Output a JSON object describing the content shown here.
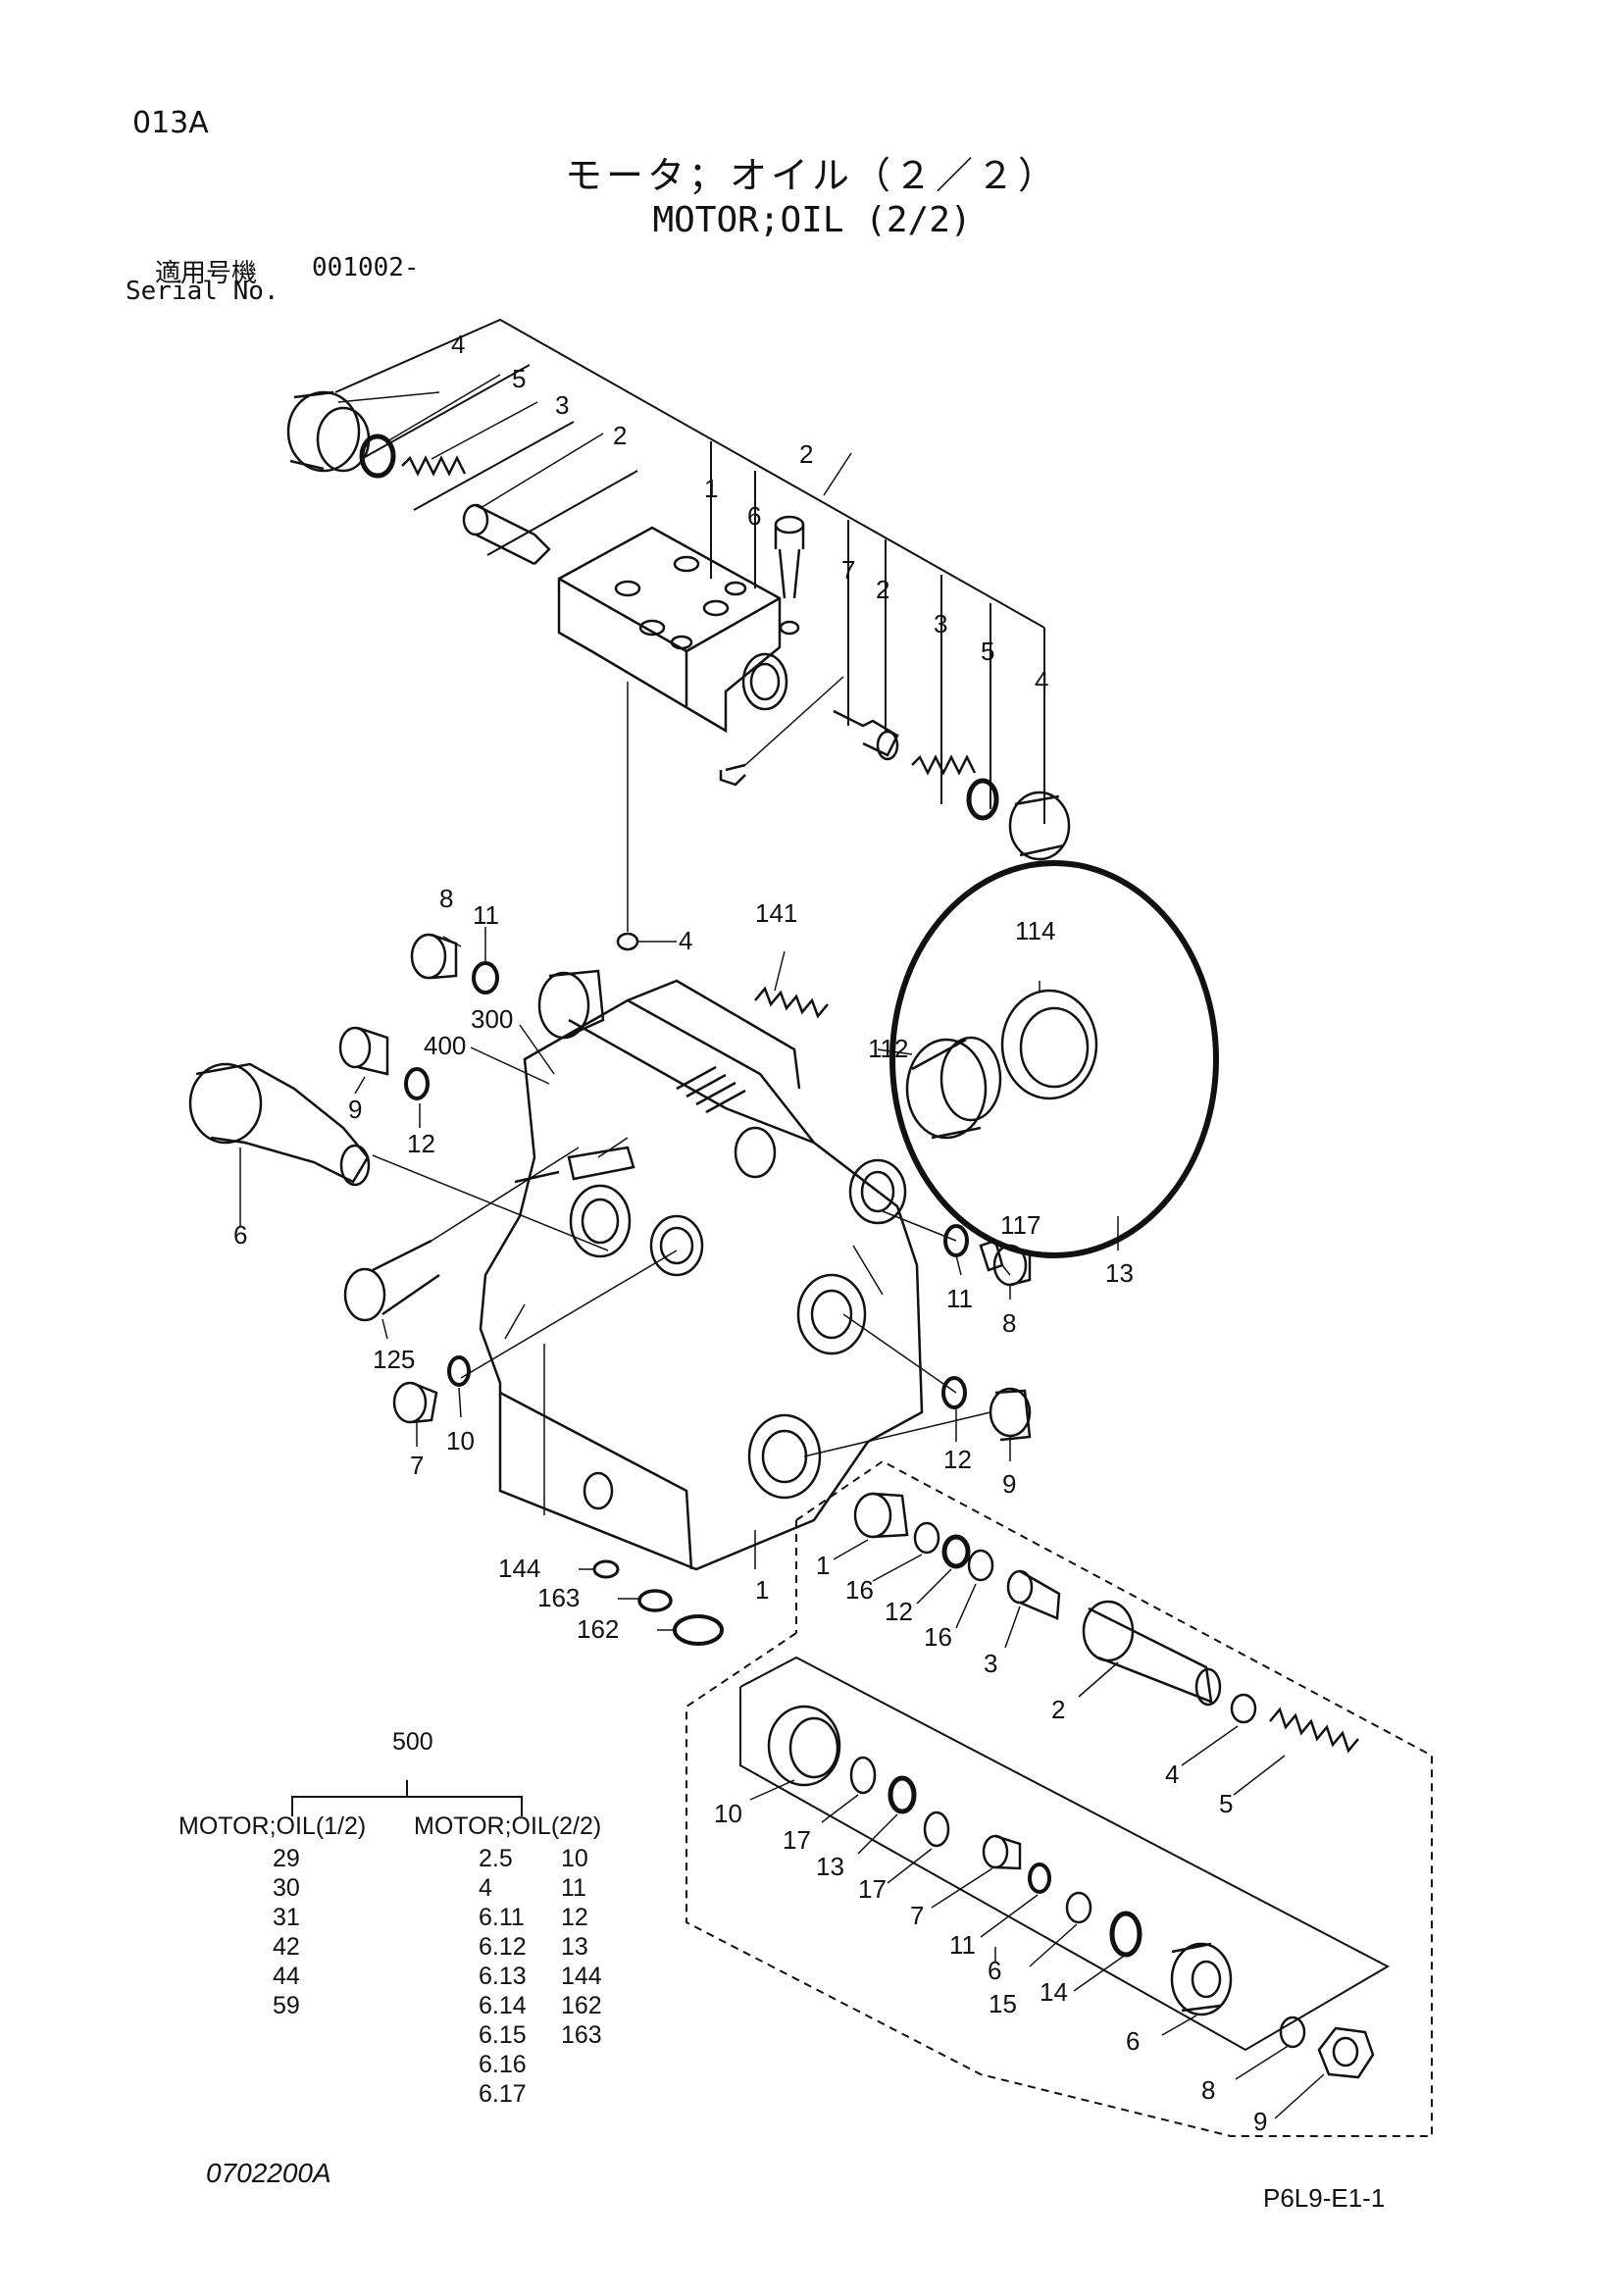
{
  "header": {
    "page_code": "013A",
    "title_jp": "モータ；オイル（２／２）",
    "title_en": "MOTOR;OIL (2/2)",
    "serial_label_jp": "適用号機",
    "serial_value": "001002-",
    "serial_label_en": "Serial No."
  },
  "callouts": {
    "c4": "4",
    "c5": "5",
    "c3": "3",
    "c2": "2",
    "c1": "1",
    "c6": "6",
    "c7": "7",
    "c8": "8",
    "c9": "9",
    "c10": "10",
    "c11": "11",
    "c12": "12",
    "c13": "13",
    "c14": "14",
    "c15": "15",
    "c16": "16",
    "c17": "17",
    "c112": "112",
    "c114": "114",
    "c117": "117",
    "c125": "125",
    "c141": "141",
    "c144": "144",
    "c162": "162",
    "c163": "163",
    "c300": "300",
    "c400": "400"
  },
  "kit": {
    "number": "500",
    "heading_1": "MOTOR;OIL(1/2)",
    "heading_2": "MOTOR;OIL(2/2)",
    "col_1": [
      "29",
      "30",
      "31",
      "42",
      "44",
      "59"
    ],
    "col_2": [
      "2.5",
      "4",
      "6.11",
      "6.12",
      "6.13",
      "6.14",
      "6.15",
      "6.16",
      "6.17"
    ],
    "col_3": [
      "10",
      "11",
      "12",
      "13",
      "144",
      "162",
      "163"
    ]
  },
  "footer": {
    "doc_code": "0702200A",
    "figure_code": "P6L9-E1-1"
  }
}
